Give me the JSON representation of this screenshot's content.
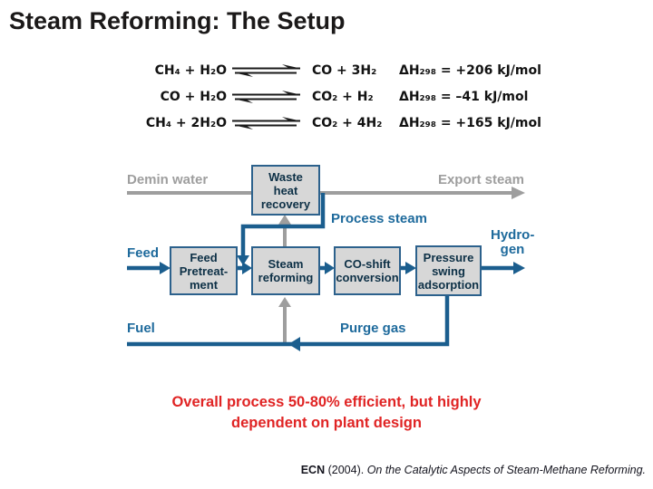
{
  "title": "Steam Reforming: The Setup",
  "equations": [
    {
      "reactants": "CH₄ + H₂O",
      "products": "CO + 3H₂",
      "enthalpy": "ΔH₂₉₈ = +206 kJ/mol"
    },
    {
      "reactants": "CO + H₂O",
      "products": "CO₂ + H₂",
      "enthalpy": "ΔH₂₉₈ = –41 kJ/mol"
    },
    {
      "reactants": "CH₄ + 2H₂O",
      "products": "CO₂ + 4H₂",
      "enthalpy": "ΔH₂₉₈ = +165 kJ/mol"
    }
  ],
  "diagram": {
    "labels": {
      "demin_water": "Demin water",
      "export_steam": "Export steam",
      "process_steam": "Process steam",
      "feed": "Feed",
      "hydrogen": "Hydro-\ngen",
      "fuel": "Fuel",
      "purge_gas": "Purge gas"
    },
    "boxes": {
      "waste_heat_recovery": "Waste\nheat\nrecovery",
      "feed_pretreatment": "Feed\nPretreat-\nment",
      "steam_reforming": "Steam\nreforming",
      "co_shift": "CO-shift\nconversion",
      "pressure_swing_adsorption": "Pressure\nswing\nadsorption"
    },
    "colors": {
      "flow_teal": "#1b5e8e",
      "label_teal": "#1e6a9c",
      "gray": "#9e9e9e",
      "box_fill": "#d7d7d7",
      "box_border": "#2c618c",
      "box_text": "#0d3046"
    }
  },
  "callout": "Overall process 50-80% efficient, but highly\ndependent on plant design",
  "citation": {
    "source": "ECN",
    "year_part": " (2004). ",
    "work_title": "On the Catalytic Aspects of Steam-Methane Reforming."
  }
}
